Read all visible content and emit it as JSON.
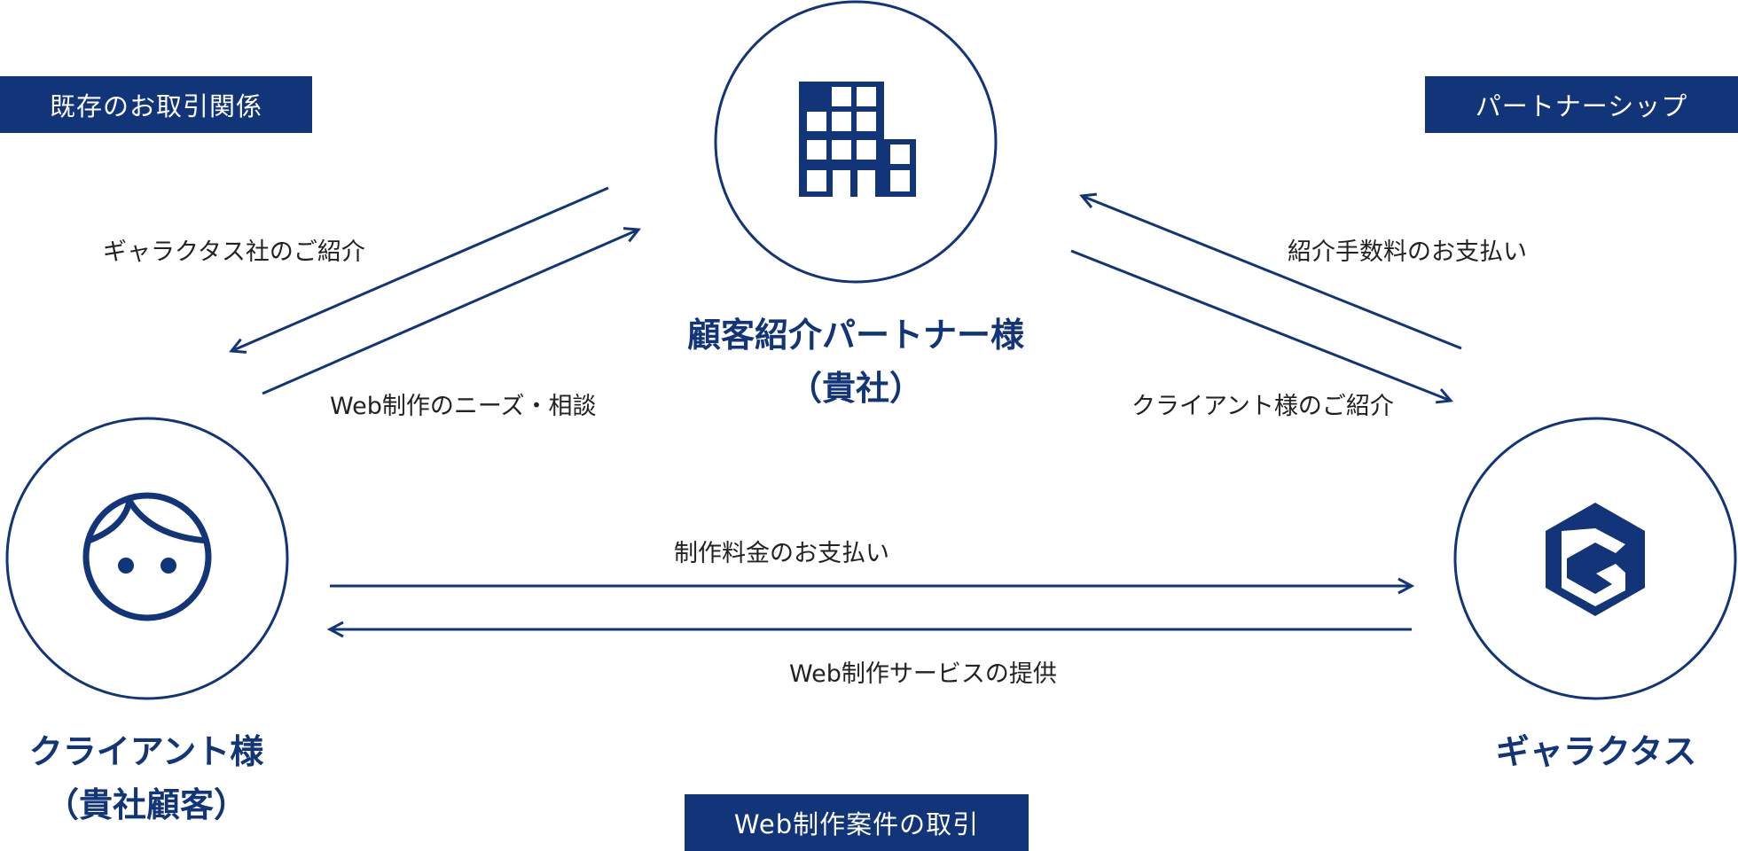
{
  "badges": {
    "existing": "既存のお取引関係",
    "partnership": "パートナーシップ",
    "web_deal": "Web制作案件の取引"
  },
  "nodes": {
    "partner": {
      "name": "顧客紹介パートナー様",
      "sub": "（貴社）",
      "icon": "building-icon"
    },
    "client": {
      "name": "クライアント様",
      "sub": "（貴社顧客）",
      "icon": "face-icon"
    },
    "galactus": {
      "name": "ギャラクタス",
      "icon": "galactus-logo-icon"
    }
  },
  "flows": {
    "intro_galactus": "ギャラクタス社のご紹介",
    "web_needs": "Web制作のニーズ・相談",
    "referral_fee": "紹介手数料のお支払い",
    "client_intro": "クライアント様のご紹介",
    "production_fee": "制作料金のお支払い",
    "web_service": "Web制作サービスの提供"
  },
  "colors": {
    "accent": "#123479",
    "text": "#222222",
    "background": "#ffffff"
  }
}
